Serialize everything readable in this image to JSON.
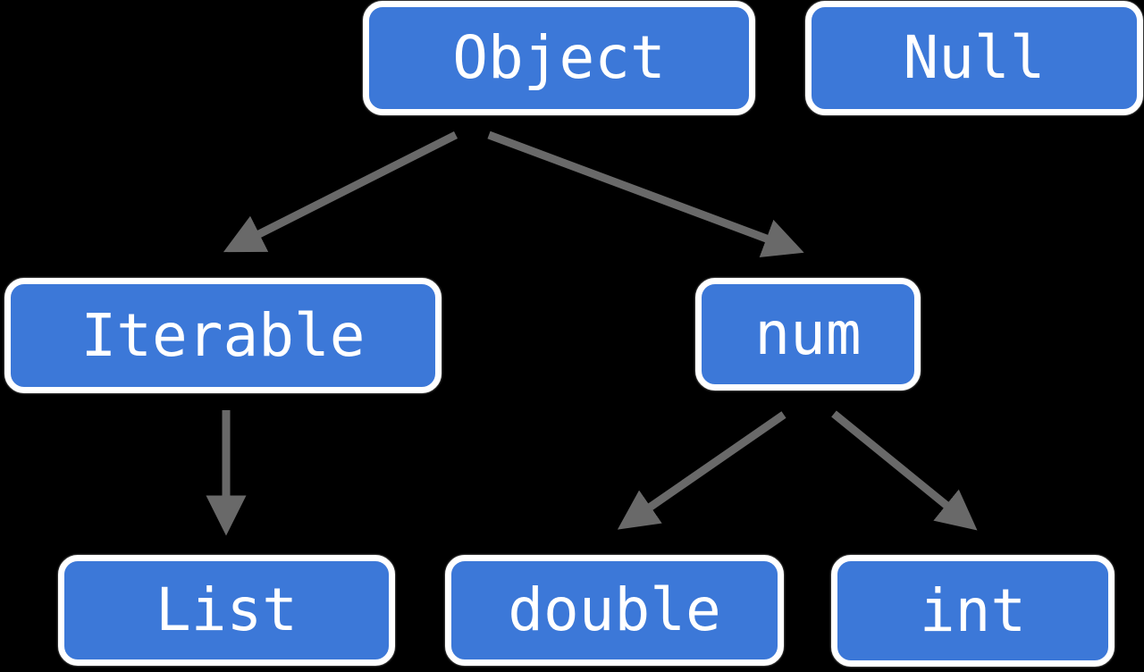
{
  "colors": {
    "background": "#000000",
    "node_fill": "#3c78d8",
    "node_border": "#ffffff",
    "node_text": "#ffffff",
    "arrow": "#696969"
  },
  "diagram": {
    "type": "type-hierarchy",
    "nodes": [
      {
        "id": "object",
        "label": "Object"
      },
      {
        "id": "null",
        "label": "Null"
      },
      {
        "id": "iterable",
        "label": "Iterable"
      },
      {
        "id": "num",
        "label": "num"
      },
      {
        "id": "list",
        "label": "List"
      },
      {
        "id": "double",
        "label": "double"
      },
      {
        "id": "int",
        "label": "int"
      }
    ],
    "edges": [
      {
        "from": "Object",
        "to": "Iterable"
      },
      {
        "from": "Object",
        "to": "num"
      },
      {
        "from": "Iterable",
        "to": "List"
      },
      {
        "from": "num",
        "to": "double"
      },
      {
        "from": "num",
        "to": "int"
      }
    ]
  }
}
